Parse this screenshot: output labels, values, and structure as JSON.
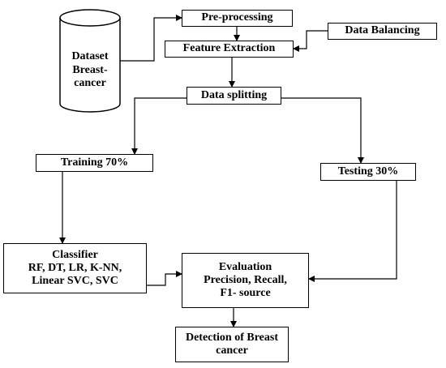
{
  "diagram": {
    "dataset_label": "Dataset\nBreast-\ncancer",
    "nodes": {
      "preprocessing": "Pre-processing",
      "data_balancing": "Data Balancing",
      "feature_extraction": "Feature Extraction",
      "data_splitting": "Data splitting",
      "training": "Training 70%",
      "testing": "Testing 30%",
      "classifier": "Classifier\nRF, DT, LR, K-NN,\nLinear SVC, SVC",
      "evaluation": "Evaluation\nPrecision, Recall,\nF1- source",
      "detection": "Detection of Breast\ncancer"
    }
  }
}
